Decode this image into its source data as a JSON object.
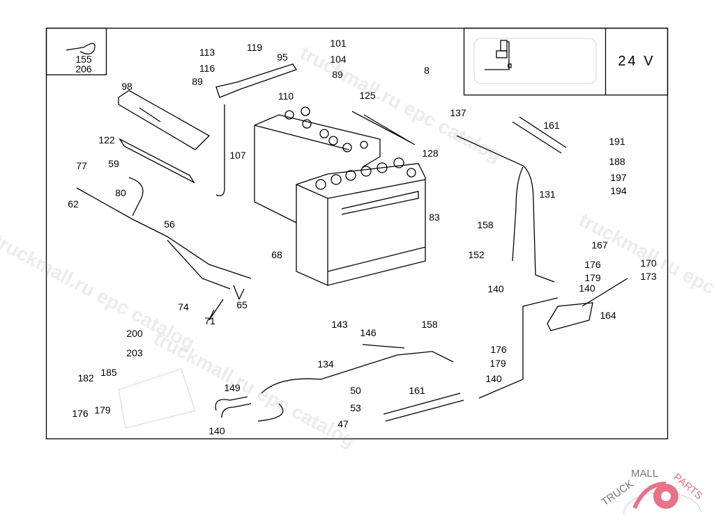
{
  "diagram": {
    "voltage": "24 V",
    "part_labels": [
      "155",
      "206",
      "113",
      "119",
      "101",
      "104",
      "95",
      "116",
      "89",
      "8",
      "98",
      "89",
      "110",
      "125",
      "137",
      "161",
      "191",
      "188",
      "197",
      "194",
      "122",
      "107",
      "128",
      "77",
      "59",
      "80",
      "62",
      "131",
      "56",
      "83",
      "158",
      "167",
      "152",
      "176",
      "170",
      "68",
      "179",
      "173",
      "140",
      "140",
      "74",
      "65",
      "71",
      "164",
      "143",
      "146",
      "158",
      "200",
      "203",
      "176",
      "179",
      "134",
      "140",
      "182",
      "185",
      "149",
      "50",
      "161",
      "176",
      "179",
      "53",
      "140",
      "47"
    ]
  },
  "watermarks": [
    "truckmall.ru epc catalog",
    "truckmall.ru epc catalog",
    "truckmall.ru epc catalog",
    "truckmall.ru epc catalog"
  ],
  "logo": {
    "text_dark": "TRUCKMALL",
    "text_accent": "PARTS",
    "accent_color": "#e8728a",
    "dark_color": "#777777"
  }
}
